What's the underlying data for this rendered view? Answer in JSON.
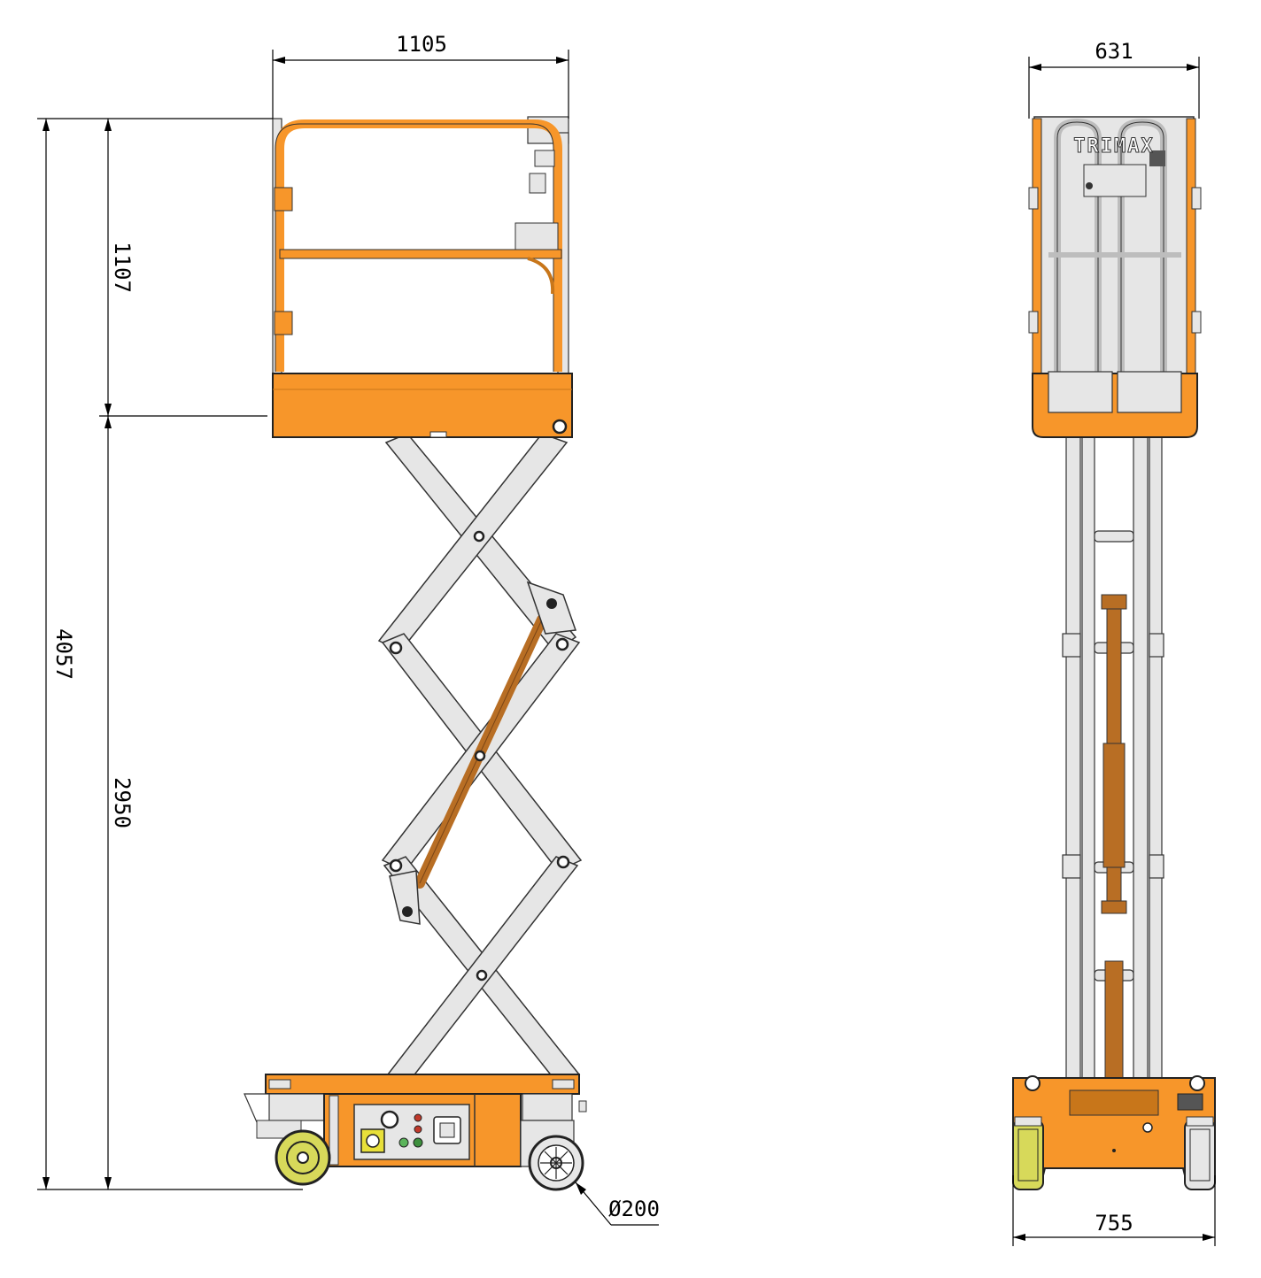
{
  "dimensions": {
    "platform_length": "1105",
    "platform_width": "631",
    "guardrail_height": "1107",
    "total_height": "4057",
    "platform_height": "2950",
    "wheel_diameter": "Ø200",
    "base_width": "755"
  },
  "branding": {
    "logo_text": "TRIMAX"
  },
  "colors": {
    "orange": "#F7962A",
    "orange_dark": "#C8761A",
    "steel": "#E6E6E6",
    "steel_dark": "#9A9A9A",
    "rod": "#B86E24",
    "wheel": "#D7D95A",
    "line": "#000000"
  }
}
